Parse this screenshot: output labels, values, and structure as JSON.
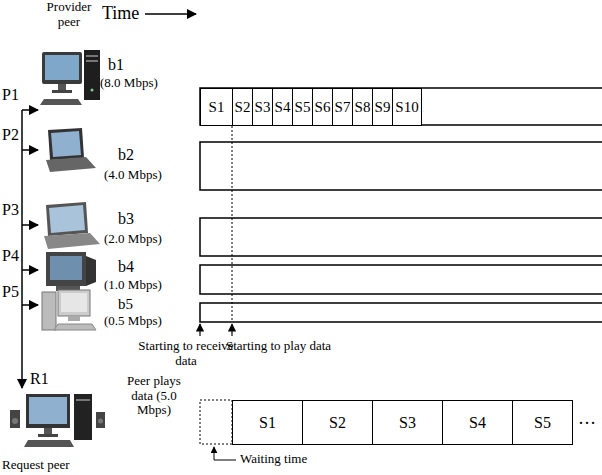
{
  "diagram": {
    "nodes": [
      {
        "text": [
          "S1"
        ]
      },
      {
        "text": [
          "S2"
        ]
      },
      {
        "text": [
          "S3"
        ]
      },
      {
        "text": [
          "S4"
        ]
      },
      {
        "text": [
          "S5"
        ]
      },
      {
        "text": [
          "S6"
        ]
      },
      {
        "text": [
          "S7"
        ]
      },
      {
        "text": [
          "S8"
        ]
      },
      {
        "text": [
          "S9"
        ]
      },
      {
        "text": [
          "S10"
        ]
      },
      {
        "text": [
          "S1"
        ]
      },
      {
        "text": [
          "S2"
        ]
      },
      {
        "text": [
          "S3"
        ]
      },
      {
        "text": [
          "S4"
        ]
      },
      {
        "text": [
          "S5"
        ]
      }
    ],
    "labels": [
      "Provider peer",
      "Time",
      "P1",
      "b1",
      "(8.0 Mbps)",
      "P2",
      "b2",
      "(4.0 Mbps)",
      "P3",
      "b3",
      "(2.0 Mbps)",
      "P4",
      "b4",
      "(1.0 Mbps)",
      "P5",
      "b5",
      "(0.5 Mbps)",
      "Starting to receive data",
      "Starting to play data",
      "R1",
      "Peer plays data (5.0 Mbps)",
      "Waiting time",
      "Request peer",
      "…"
    ]
  }
}
